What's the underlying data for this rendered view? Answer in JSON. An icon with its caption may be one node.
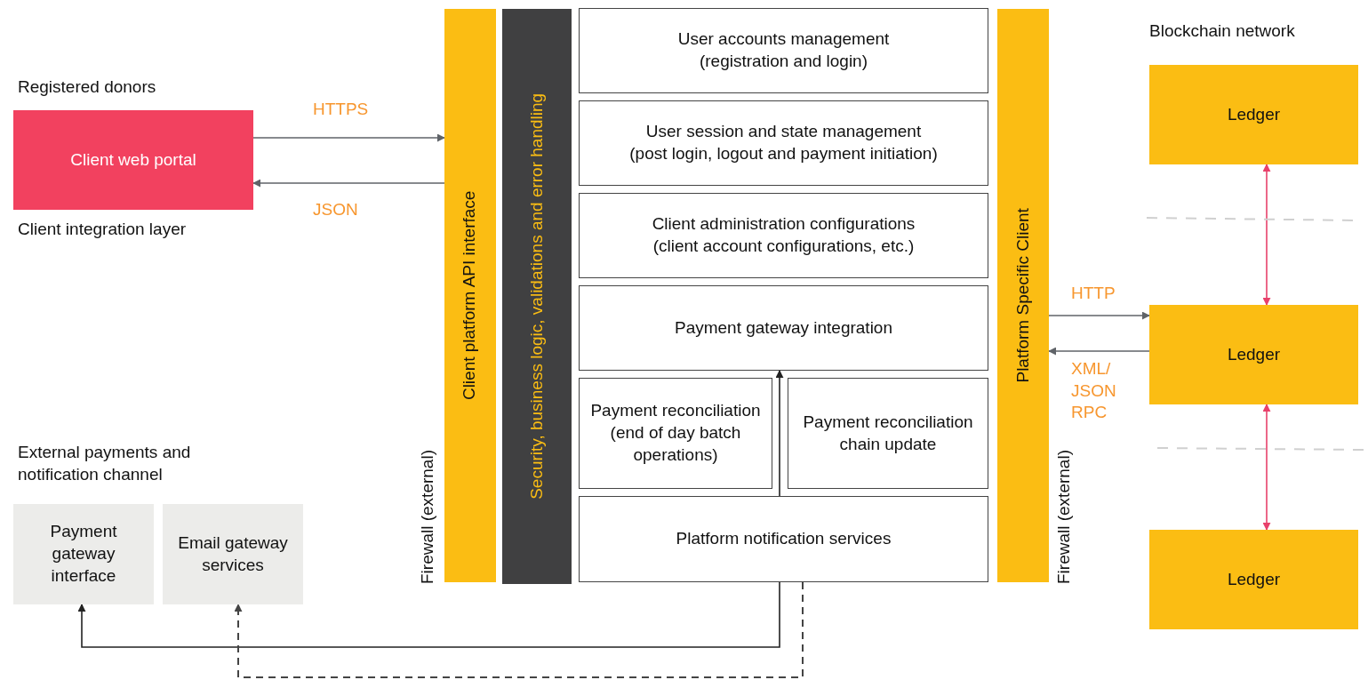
{
  "diagram": {
    "nodes": [
      {
        "text": [
          "Client web portal"
        ],
        "beside": [
          "Registered donors",
          "Client integration layer"
        ]
      },
      {
        "text": [
          "Client platform API interface"
        ],
        "beside": [
          "Firewall (external)"
        ]
      },
      {
        "text": [
          "Security, business logic, validations and error handling"
        ]
      },
      {
        "text": [
          "User accounts management",
          "(registration and login)"
        ]
      },
      {
        "text": [
          "User session and state management",
          "(post login, logout and payment initiation)"
        ]
      },
      {
        "text": [
          "Client administration configurations",
          "(client account configurations, etc.)"
        ]
      },
      {
        "text": [
          "Payment gateway integration"
        ]
      },
      {
        "text": [
          "Payment reconciliation (end of day batch operations)"
        ]
      },
      {
        "text": [
          "Payment reconciliation chain update"
        ]
      },
      {
        "text": [
          "Platform notification services"
        ]
      },
      {
        "text": [
          "Platform Specific Client"
        ],
        "beside": [
          "Firewall (external)"
        ]
      },
      {
        "text": [
          "Ledger"
        ]
      },
      {
        "text": [
          "Ledger"
        ]
      },
      {
        "text": [
          "Ledger"
        ]
      },
      {
        "text": [
          "Payment gateway interface"
        ]
      },
      {
        "text": [
          "Email gateway services"
        ]
      }
    ],
    "edges": [
      {
        "from": 0,
        "to": 1,
        "arrow": "to",
        "label": "HTTPS"
      },
      {
        "from": 1,
        "to": 0,
        "arrow": "to",
        "label": "JSON"
      },
      {
        "from": 10,
        "to": 12,
        "arrow": "to",
        "label": "HTTP"
      },
      {
        "from": 12,
        "to": 10,
        "arrow": "to",
        "label": "XML/ JSON RPC"
      },
      {
        "from": 11,
        "to": 12,
        "arrow": "both",
        "color": "#e8416b"
      },
      {
        "from": 12,
        "to": 13,
        "arrow": "both",
        "color": "#e8416b"
      },
      {
        "from": 9,
        "to": 6,
        "arrow": "to",
        "color": "#222222"
      },
      {
        "from": 9,
        "to": 14,
        "arrow": "to",
        "color": "#222222"
      },
      {
        "from": 9,
        "to": 15,
        "arrow": "to",
        "style": "dashed",
        "color": "#444444"
      }
    ],
    "labels": [
      "Blockchain network",
      "External payments and notification channel"
    ]
  }
}
